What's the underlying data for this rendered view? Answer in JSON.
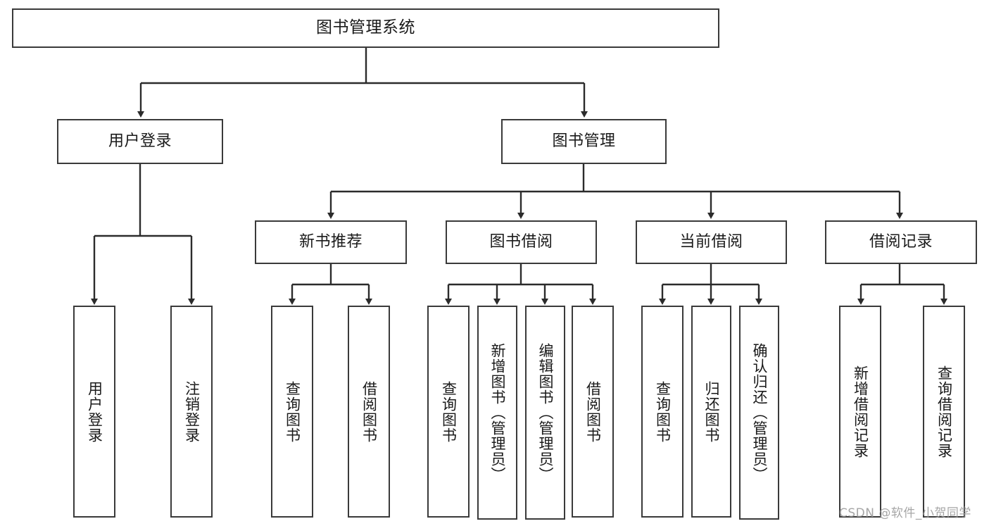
{
  "diagram": {
    "title": "图书管理系统",
    "type": "tree-hierarchy-chart",
    "colors": {
      "box_border": "#3a3a3a",
      "box_fill": "#ffffff",
      "edge": "#2b2b2b",
      "text": "#1a1a1a",
      "watermark": "#9a9a9a",
      "background": "#ffffff"
    },
    "root": {
      "label": "图书管理系统"
    },
    "level2": [
      {
        "label": "用户登录"
      },
      {
        "label": "图书管理"
      }
    ],
    "level3": [
      {
        "label": "新书推荐"
      },
      {
        "label": "图书借阅"
      },
      {
        "label": "当前借阅"
      },
      {
        "label": "借阅记录"
      }
    ],
    "leaves": {
      "user_login": [
        {
          "label": "用户登录"
        },
        {
          "label": "注销登录"
        }
      ],
      "new_book_recommend": [
        {
          "label": "查询图书"
        },
        {
          "label": "借阅图书"
        }
      ],
      "book_borrow": [
        {
          "label": "查询图书"
        },
        {
          "label": "新增图书（管理员）"
        },
        {
          "label": "编辑图书（管理员）"
        },
        {
          "label": "借阅图书"
        }
      ],
      "current_borrow": [
        {
          "label": "查询图书"
        },
        {
          "label": "归还图书"
        },
        {
          "label": "确认归还（管理员）"
        }
      ],
      "borrow_record": [
        {
          "label": "新增借阅记录"
        },
        {
          "label": "查询借阅记录"
        }
      ]
    },
    "watermark": "CSDN @软件_小贺同学"
  }
}
